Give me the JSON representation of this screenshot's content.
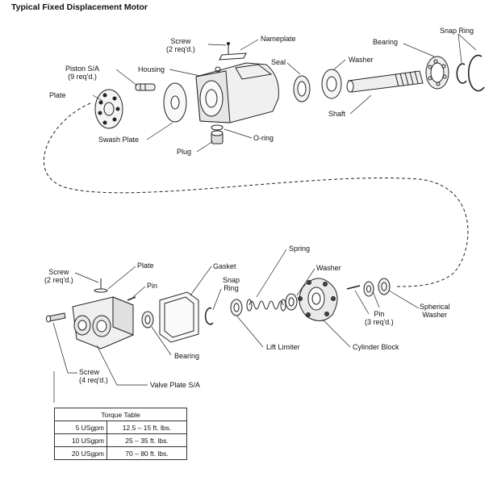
{
  "title": "Typical Fixed Displacement Motor",
  "labels": {
    "screw_top": "Screw",
    "screw_top_qty": "(2 req'd.)",
    "nameplate": "Nameplate",
    "bearing_top": "Bearing",
    "snap_ring_top": "Snap Ring",
    "piston": "Piston S/A",
    "piston_qty": "(9 req'd.)",
    "housing": "Housing",
    "seal": "Seal",
    "washer_top": "Washer",
    "plate_top": "Plate",
    "shaft": "Shaft",
    "swash_plate": "Swash Plate",
    "o_ring": "O-ring",
    "plug": "Plug",
    "spring": "Spring",
    "screw_bottom": "Screw",
    "screw_bottom_qty": "(2 req'd.)",
    "plate_bottom": "Plate",
    "gasket": "Gasket",
    "washer_bottom": "Washer",
    "pin_left": "Pin",
    "snap_ring_bottom_1": "Snap",
    "snap_ring_bottom_2": "Ring",
    "spherical_1": "Spherical",
    "spherical_2": "Washer",
    "pin_right": "Pin",
    "pin_right_qty": "(3 req'd.)",
    "bearing_bottom": "Bearing",
    "lift_limiter": "Lift Limiter",
    "cylinder_block": "Cylinder Block",
    "screw_left": "Screw",
    "screw_left_qty": "(4 req'd.)",
    "valve_plate": "Valve Plate S/A"
  },
  "torque_table": {
    "header": "Torque Table",
    "rows": [
      {
        "flow": "5 USgpm",
        "torque": "12.5 – 15 ft. lbs."
      },
      {
        "flow": "10 USgpm",
        "torque": "25 – 35 ft. lbs."
      },
      {
        "flow": "20 USgpm",
        "torque": "70 – 80 ft. lbs."
      }
    ]
  }
}
